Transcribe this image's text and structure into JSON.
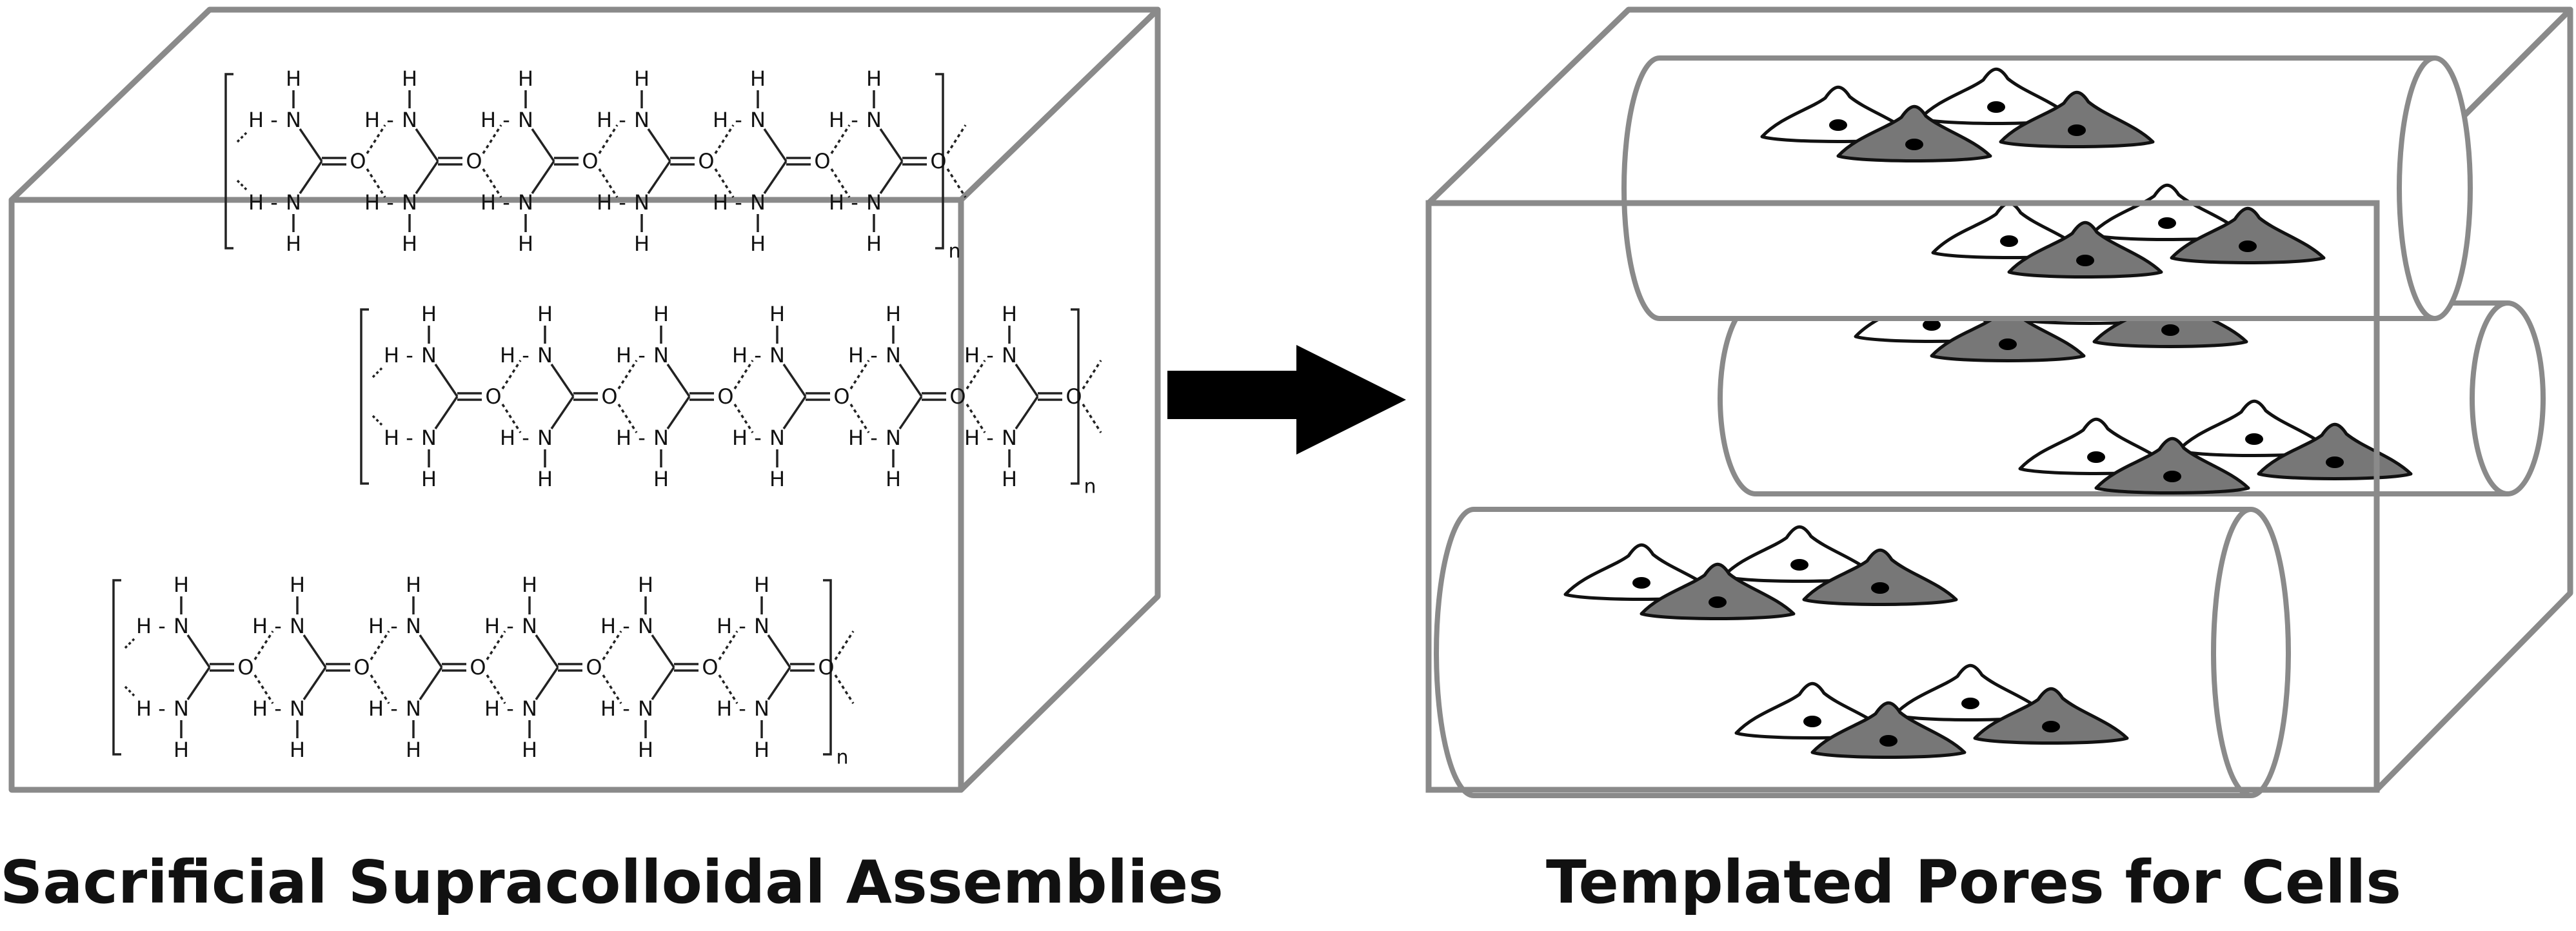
{
  "panels": {
    "left": {
      "caption": "Sacrificial Supracolloidal Assemblies"
    },
    "right": {
      "caption": "Templated Pores for Cells"
    }
  },
  "chemistry": {
    "atom_H": "H",
    "atom_N": "N",
    "atom_C": "",
    "atom_O": "O",
    "repeat_subscript": "n"
  },
  "colors": {
    "box_edge": "#8a8a8a",
    "arrow": "#000000",
    "cell_dark": "#777777",
    "cell_light": "#ffffff",
    "ink": "#111111"
  },
  "icons": [
    "arrow-right-icon",
    "cell-icon",
    "pore-cylinder-icon",
    "bis-urea-chain-icon"
  ]
}
